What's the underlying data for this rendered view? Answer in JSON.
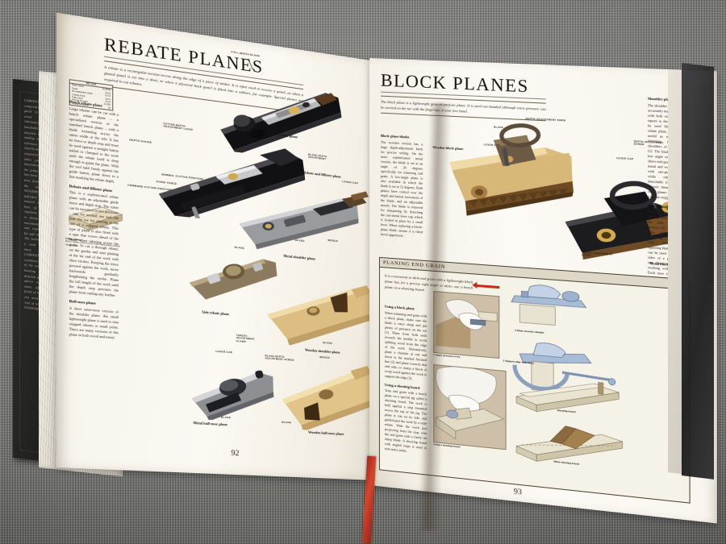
{
  "scene": {
    "subject": "open hardback woodworking reference book on grey woven fabric",
    "surface": "grey woven upholstery fabric",
    "ribbon_color": "#c7291d",
    "jacket_color": "#20201f"
  },
  "jacket_flap": {
    "text": "CARPENTRY is the most comprehensive illustrated guide to working with wood and the characteristics of the handtools and machines detailed in this volume, making it an invaluable reference. In a series of step-by-step projects and sequences CARPENTRY takes you through the dimensions and illustrates the joints and techniques that have stood the test of time, from the simplest to the most efficient. WOODWORKING is the definitive illustrated manual devoted to the best of Western and Japanese tools, and each is shown in use, with movement, construction and exploded drawings for safe machine practice. The techniques are given a wide treatment and more than one CARPENTRY device is examined, with drawings of the woodworking jigs, bending forms and detailed joint appearance advice on marble and stone. Add to this and finish of locks and fittings you need for each job. And of use, CARPENTRY STANDARDS."
  },
  "left_page": {
    "folio": "92",
    "title": "REBATE PLANES",
    "intro": "A rebate is a rectangular-section recess along the edge of a piece of timber. It is often used to receive a panel, as when a glazed panel is set into a door, or when a plywood back panel is fitted into a cabinet, for example. Special planes are required to cut rebates.",
    "sections": [
      {
        "heading": "Bench rebate plane",
        "body": "Large rebates can be cut with a bench rebate plane – a specialized version of the standard bench plane – with a blade extending across the entire width of the sole. It has no fence or depth stop and must be used against a straight batten nailed or clamped to the work until the rebate itself is deep enough to guide the plane. With the tool held firmly against the guide batten, plane down to a line marking the rebate depth."
      },
      {
        "heading": "Rebate and fillister plane",
        "body": "This is a sophisticated rebate plane with an adjustable guide fence and depth stop. The cutter can be mounted in two positions – one for normal use and one near the toe for planing to the end of a stopped rebate. This type of plane is also fitted with a spur that scores ahead of the blade when rebating across the grain. To cut a through rebate, set the guides and start planing at the far end of the work with short strokes. Keeping the fence pressed against the work, move backwards gradually lengthening the stroke. Plane the full length of the work until the depth stop prevents the plane from cutting any further."
      },
      {
        "heading": "Bull-nose plane",
        "body": "A short sawn-nose version of the shoulder plane, this small lightweight plane is used to trim stopped rebates or small joints. There are many versions of this plane in both wood and metal."
      }
    ],
    "inset": {
      "caption": "Using a fence",
      "body": "Pin or clamp a fence to the work when using a bench rebate plane.",
      "table_title": "BIT SIZE",
      "rows": [
        {
          "label": "Plane rebate",
          "value": "42-48 M"
        },
        {
          "label": "Depth",
          "value": "18-19"
        },
        {
          "label": "Recommended width",
          "value": "22-23"
        },
        {
          "label": "Cutting board",
          "value": "16-25"
        },
        {
          "label": "Edge screw",
          "value": "14-16"
        },
        {
          "label": "Mortise & tenon",
          "value": "22-28a"
        },
        {
          "label": "Setting end grain",
          "value": "38"
        }
      ]
    },
    "photo_captions": [
      "Bench rebate plane",
      "Rebate and fillister plane",
      "Metal shoulder plane",
      "Side rebate plane",
      "Wooden shoulder plane",
      "Metal bull-nose plane",
      "Wooden bull-nose plane"
    ],
    "leader_labels": [
      "FULL-WIDTH BLADE",
      "CUTTER-DEPTH ADJUSTMENT LEVER",
      "DEPTH GAUGE",
      "NORMAL CUTTER POSITION",
      "FORWARD CUTTER POSITION",
      "GUIDE FENCE",
      "BLADE-DEPTH ADJUSTMENT",
      "LEVER CAP",
      "BLADE",
      "WEDGE",
      "THROAT-ADJUSTMENT CLAMP",
      "BLADE-DEPTH ADJUSTMENT SCREW"
    ]
  },
  "right_page": {
    "folio": "93",
    "title": "BLOCK PLANES",
    "intro": "The block plane is a lightweight general-purpose plane. It is used one-handed although extra pressure can be exerted on the toe with the fingertips of your free hand.",
    "sections": [
      {
        "heading": "Block-plane blades",
        "body": "The wooden version has a large depth-adjustment knob for precise setting. On the more sophisticated metal version, the blade is set at an angle of 20 degrees specifically for trimming end grain. A low-angle plane is also available in which the blade is set at 12 degrees. Both planes have control over the depth and lateral movement of the blade, and an adjustable mouth. The blade is removed for sharpening by detaching the cast-metal lever cap, which is locked in place by a small lever. When replacing a block-plane blade, ensure it is fitted bevel uppermost."
      },
      {
        "heading": "Shoulder plane",
        "body": "The shoulder plane has an accurately machined body with both sides perfectly square to the sole. It can be used like a bench rebate plane, but is most useful as a means of trimming the square shoulders of large joints (1). The blade is set at a low angle so that it will shave end grain. There are metal and wooden planes with one-piece bodies, while others have detachable front ends to convert them into small chisel planes to work into a square stopped rebate."
      },
      {
        "heading": "Side rebate plane",
        "body": "This miniature plane is for shaving rebates or easing the sides of narrow grooves (2). It is used on edge, with the blade skimming the vertical wall. Having two opposing blades, the plane can be used to trim both sides of a groove from one direction – always working with the grain. Each nose is detachable for planing stopped grooves. The depth gauge riding on the top edge of the work helps to control the orientation of the blade."
      }
    ],
    "panel": {
      "heading": "PLANING END GRAIN",
      "intro": "It is convenient to skim end grain with a lightweight block plane but, for a precise right angle or mitre, use a bench plane on a shooting board.",
      "sections": [
        {
          "heading": "Using a block plane",
          "body": "When trimming end grain with a block plane, make sure the blade is razor sharp and put plenty of pressure on the toe (1). Plane from both ends towards the middle to avoid splitting wood from the edge of the work. Alternatively, plane a chamfer at one end down to the marked finished line (2) and plane towards that end only, or clamp a block of scrap wood against the work to support the edge (3)."
        },
        {
          "heading": "Using a shooting board",
          "body": "Trim end grain with a bench plane on a special jig called a shooting board. The work is held against a stop mounted across the top of the jig. The plane is run on its side, and guided past the work by a wide rebate. With the work just projecting from the stop, trim the end grain with a finely set sharp blade. A shooting board with angled stops is used to trim mitre joints."
        }
      ],
      "figure_captions": [
        "1 Apply pressure to toe",
        "2 Plane towards chamfer",
        "3 Support edge with block",
        "Using a shooting board",
        "Shooting board",
        "Mitre shooting board"
      ]
    },
    "photo_captions": [
      "Wooden block plane",
      "Metal block plane"
    ],
    "leader_labels": [
      "DEPTH-ADJUSTMENT KNOB",
      "BLADE",
      "LEVER CAP",
      "DEPTH-ADJUSTMENT SCREW",
      "THROAT-ADJUSTMENT LEVER"
    ]
  }
}
